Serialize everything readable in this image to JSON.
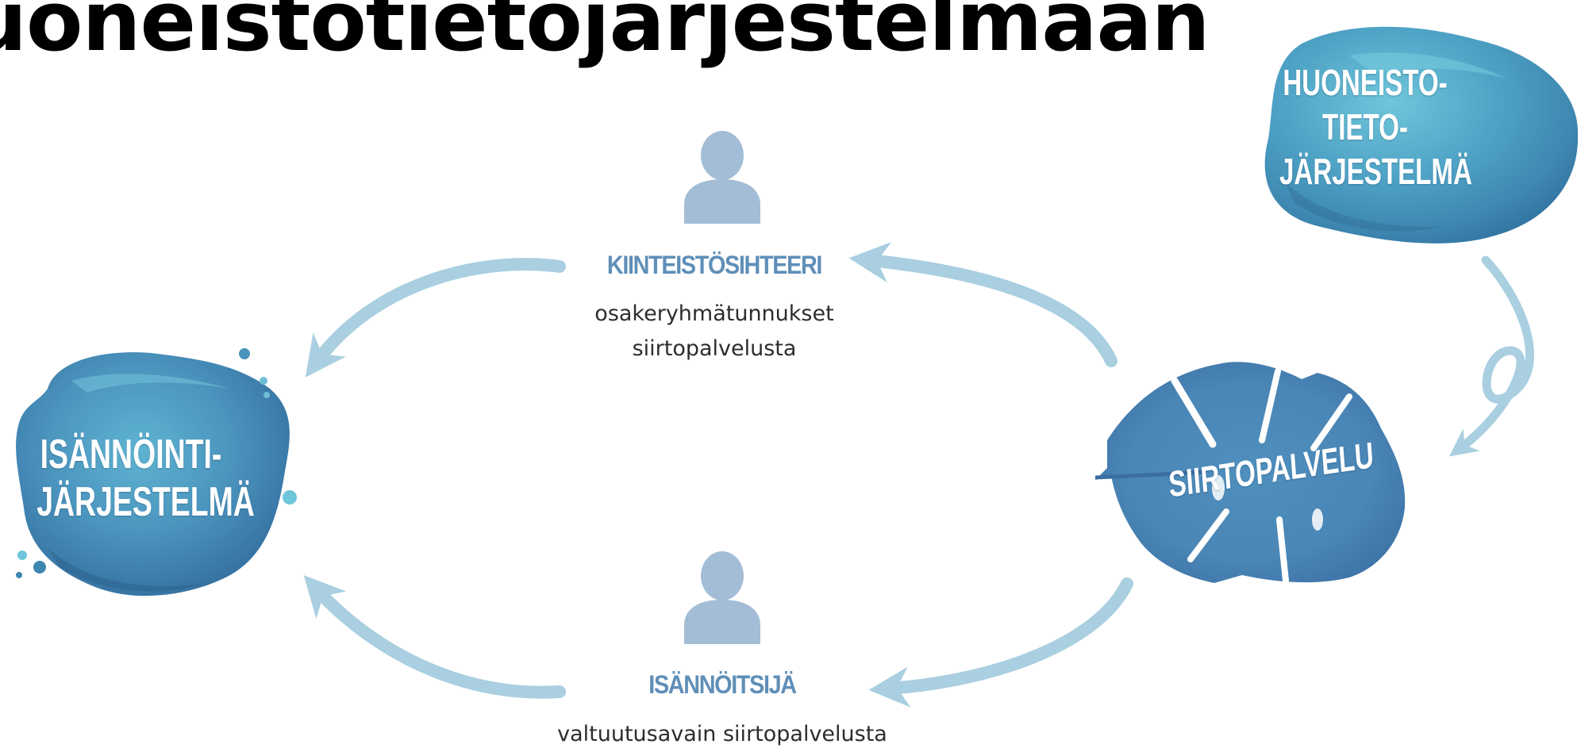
{
  "title": "uoneistotietojärjestelmään",
  "colors": {
    "arrow": "#a9cfe0",
    "person": "#a3bdd6",
    "blob_dark": "#3b79a6",
    "blob_mid": "#4d97bc",
    "blob_light": "#6fc0d6",
    "role_title": "#5f8fb8",
    "text": "#2d2d2d"
  },
  "nodes": {
    "huoneistotietojarjestelma": {
      "lines": [
        "HUONEISTO-",
        "TIETO-",
        "JÄRJESTELMÄ"
      ],
      "icon": "watercolor-blob"
    },
    "isannointijarjestelma": {
      "lines": [
        "ISÄNNÖINTI-",
        "JÄRJESTELMÄ"
      ],
      "icon": "watercolor-blob"
    },
    "siirtopalvelu": {
      "label": "SIIRTOPALVELU",
      "icon": "monstera-leaf"
    }
  },
  "roles": {
    "kiinteistosihteeri": {
      "title": "KIINTEISTÖSIHTEERI",
      "desc_lines": [
        "osakeryhmätunnukset",
        "siirtopalvelusta"
      ],
      "icon": "person-icon"
    },
    "isannoitsija": {
      "title": "ISÄNNÖITSIJÄ",
      "desc_lines": [
        "valtuutusavain siirtopalvelusta"
      ],
      "icon": "person-icon"
    }
  }
}
